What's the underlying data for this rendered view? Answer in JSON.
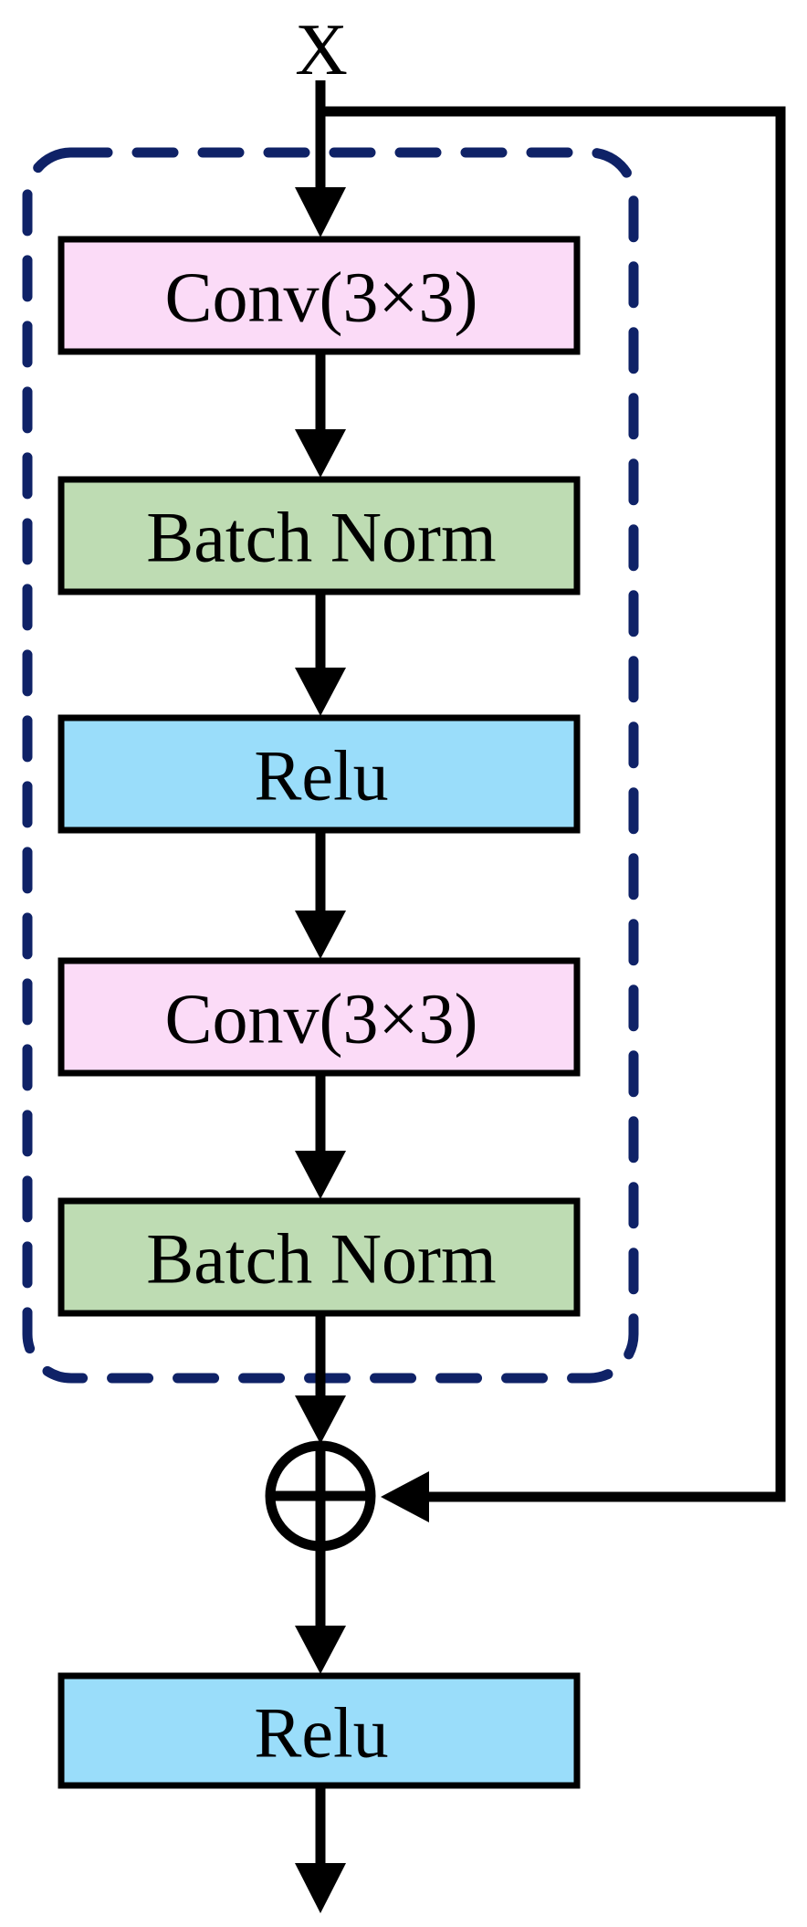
{
  "diagram": {
    "title": "residual-block",
    "input_label": "X",
    "nodes": [
      {
        "id": "conv1",
        "label": "Conv(3×3)",
        "type": "conv"
      },
      {
        "id": "bn1",
        "label": "Batch Norm",
        "type": "batch_norm"
      },
      {
        "id": "relu1",
        "label": "Relu",
        "type": "relu"
      },
      {
        "id": "conv2",
        "label": "Conv(3×3)",
        "type": "conv"
      },
      {
        "id": "bn2",
        "label": "Batch Norm",
        "type": "batch_norm"
      },
      {
        "id": "relu2",
        "label": "Relu",
        "type": "relu"
      }
    ],
    "icons": {
      "merge_operator": "circle-plus"
    }
  },
  "colors": {
    "conv_fill": "#FBDBF7",
    "batch_norm_fill": "#BEDCB3",
    "relu_fill": "#9ADDFA",
    "dashed_border": "#0F2267",
    "line": "#000000"
  }
}
